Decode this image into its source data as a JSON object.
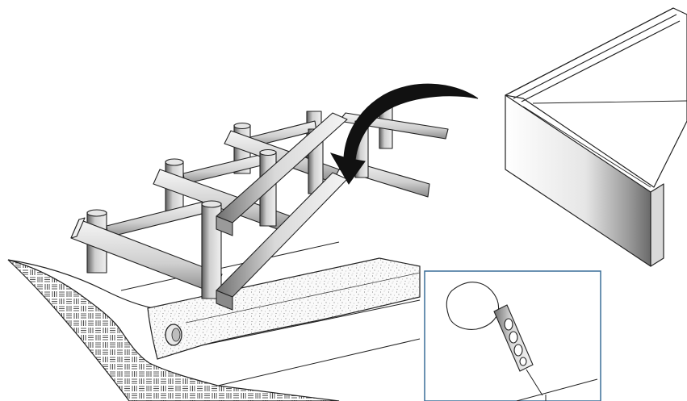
{
  "figure": {
    "kind": "technical-illustration",
    "components": [
      "wooden-batter-board-frame",
      "rotation-arrow",
      "finished-foundation-form-corner",
      "footing-trench-with-drain-pipe",
      "inset-detail-hand-with-tag"
    ]
  },
  "colors": {
    "line": "#222222",
    "wood_light": "#f2f2f2",
    "wood_mid": "#bdbdbd",
    "wood_dark": "#6f6f6f",
    "arrow": "#111111",
    "concrete": "#f7f7f7",
    "inset_border": "#3a6f98"
  },
  "icons": {
    "arrow": "curved-rotation-arrow-icon",
    "pipe": "drain-pipe-icon",
    "hand": "hand-icon"
  }
}
